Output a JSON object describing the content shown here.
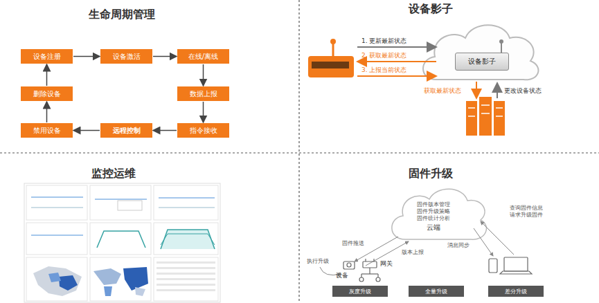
{
  "diagram": {
    "nodes": [
      {
        "text": [
          "设备注册"
        ]
      },
      {
        "text": [
          "设备激活"
        ]
      },
      {
        "text": [
          "在线/离线"
        ]
      },
      {
        "text": [
          "数据上报"
        ]
      },
      {
        "text": [
          "指令接收"
        ]
      },
      {
        "text": [
          "远程控制"
        ]
      },
      {
        "text": [
          "禁用设备"
        ]
      },
      {
        "text": [
          "删除设备"
        ]
      },
      {
        "text": [
          "设备影子"
        ]
      },
      {
        "text": [
          "固件版本管理 固件升级策略 固件统计分析",
          "云端"
        ]
      },
      {
        "text": [
          "灰度升级"
        ]
      },
      {
        "text": [
          "全量升级"
        ]
      },
      {
        "text": [
          "差分升级"
        ]
      }
    ],
    "edges": [
      {
        "from": 0,
        "to": 1,
        "arrow": "to"
      },
      {
        "from": 1,
        "to": 2,
        "arrow": "to"
      },
      {
        "from": 2,
        "to": 3,
        "arrow": "to"
      },
      {
        "from": 3,
        "to": 4,
        "arrow": "to"
      },
      {
        "from": 4,
        "to": 5,
        "arrow": "to"
      },
      {
        "from": 5,
        "to": 6,
        "arrow": "to"
      },
      {
        "from": 6,
        "to": 7,
        "arrow": "to"
      },
      {
        "from": 7,
        "to": 0,
        "arrow": "to"
      }
    ],
    "labels": [
      "生命周期管理",
      "设备影子",
      "1. 更新最新状态",
      "2. 获取最新状态",
      "3. 上报当前状态",
      "获取最新状态",
      "更改设备状态",
      "监控运维",
      "固件升级",
      "固件推送",
      "版本上报",
      "执行升级",
      "设备",
      "网关",
      "消息同步",
      "查询固件信息 请求升级固件"
    ]
  }
}
